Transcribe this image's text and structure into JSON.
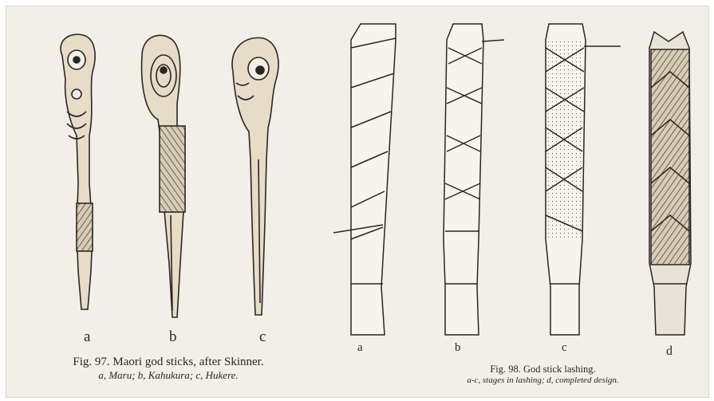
{
  "fig97": {
    "labels": [
      "a",
      "b",
      "c"
    ],
    "caption": "Fig. 97. Maori god sticks, after Skinner.",
    "subcaption": "a, Maru; b, Kahukura; c, Hukere."
  },
  "fig98": {
    "labels": [
      "a",
      "b",
      "c",
      "d"
    ],
    "caption": "Fig. 98. God stick lashing.",
    "subcaption": "a-c, stages in lashing; d, completed design."
  },
  "colors": {
    "paper": "#f2efe9",
    "ink": "#2a2622",
    "wood": "#e6dcc8"
  }
}
